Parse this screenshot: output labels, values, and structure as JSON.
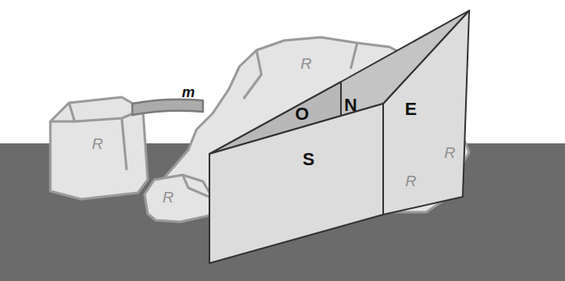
{
  "diagram": {
    "labels": [
      "R",
      "m",
      "N",
      "E",
      "O",
      "R",
      "R",
      "S",
      "R",
      "R"
    ]
  }
}
